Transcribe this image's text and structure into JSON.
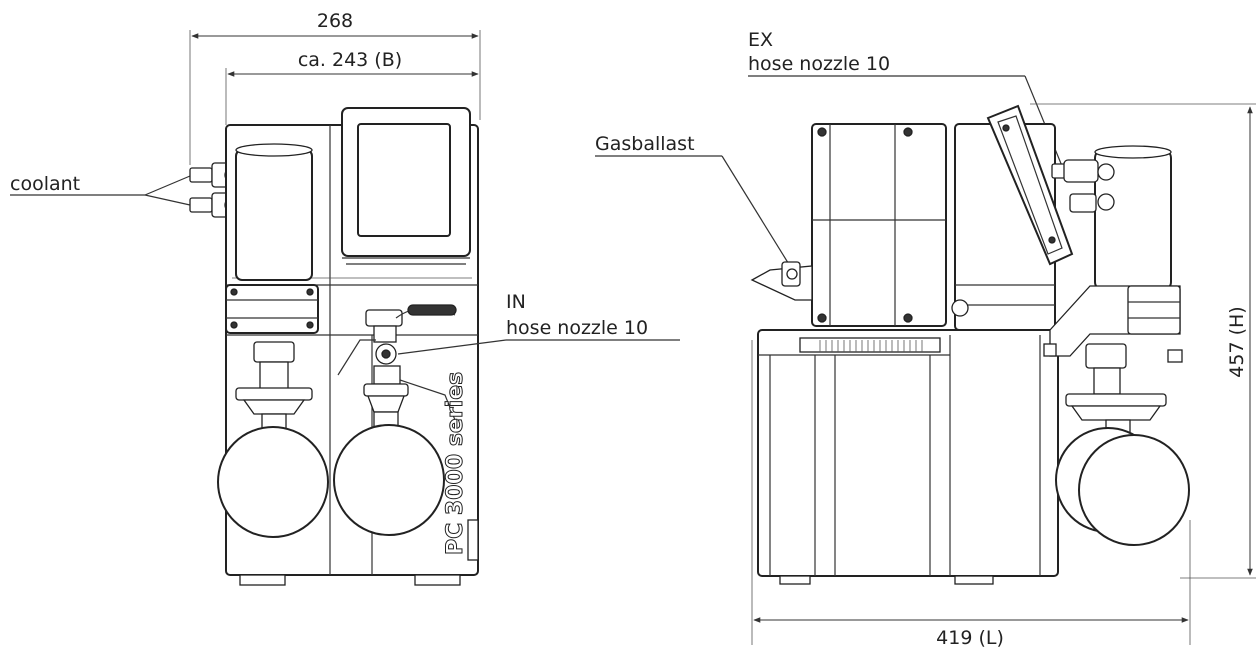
{
  "front_view": {
    "dim_overall_width": "268",
    "dim_width_b": "ca. 243 (B)",
    "label_coolant": "coolant",
    "label_in_line1": "IN",
    "label_in_line2": "hose nozzle 10",
    "housing_text": "PC 3000 series"
  },
  "side_view": {
    "label_ex_line1": "EX",
    "label_ex_line2": "hose nozzle 10",
    "label_gasballast": "Gasballast",
    "dim_height_h": "457 (H)",
    "dim_length_l": "419 (L)"
  }
}
